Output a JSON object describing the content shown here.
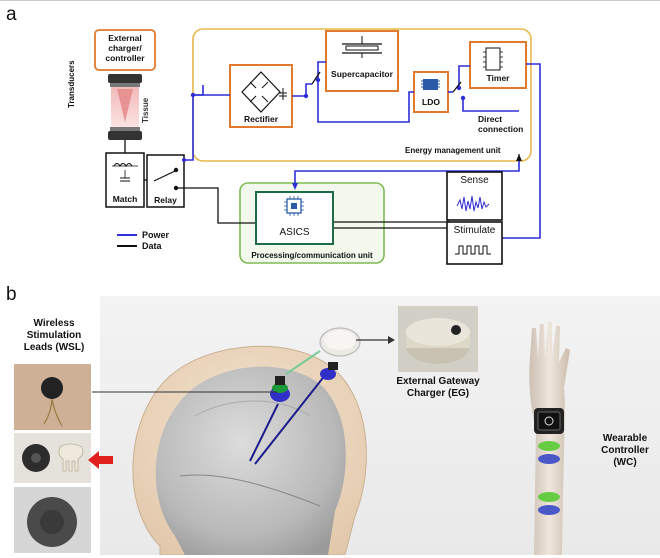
{
  "panel_a": {
    "letter": "a",
    "external_charger": "External charger/ controller",
    "transducers": "Transducers",
    "tissue": "Tissue",
    "match": "Match",
    "relay": "Relay",
    "rectifier": "Rectifier",
    "supercapacitor": "Supercapacitor",
    "ldo": "LDO",
    "timer": "Timer",
    "direct_connection": "Direct connection",
    "energy_unit": "Energy management unit",
    "asics": "ASICS",
    "processing_unit": "Processing/communication unit",
    "sense": "Sense",
    "stimulate": "Stimulate",
    "legend_power": "Power",
    "legend_data": "Data",
    "colors": {
      "power": "#2e2ed8",
      "data": "#111111",
      "energy_border": "#e8b84a",
      "proc_border": "#7dbb55",
      "orange": "#e07a2c",
      "asics_green": "#1e6b47"
    }
  },
  "panel_b": {
    "letter": "b",
    "wsl": "Wireless Stimulation Leads (WSL)",
    "eg": "External Gateway Charger (EG)",
    "wc": "Wearable Controller (WC)"
  }
}
